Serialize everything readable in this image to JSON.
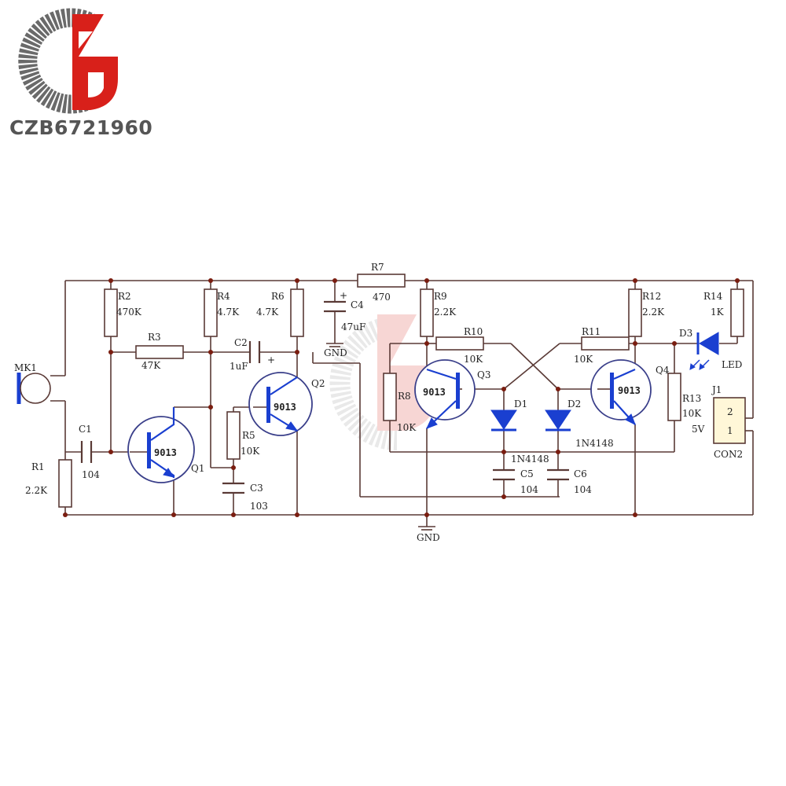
{
  "brand": {
    "name": "CZB6721960"
  },
  "colors": {
    "wire": "#5a3a36",
    "component_blue": "#1a3fd0",
    "logo_red": "#d8201a",
    "logo_gray": "#6a6a6a"
  },
  "labels": {
    "mk1": "MK1",
    "r1": "R1",
    "r1_val": "2.2K",
    "c1": "C1",
    "c1_val": "104",
    "r2": "R2",
    "r2_val": "470K",
    "r3": "R3",
    "r3_val": "47K",
    "q1_part": "9013",
    "q1": "Q1",
    "r4": "R4",
    "r4_val": "4.7K",
    "r5": "R5",
    "r5_val": "10K",
    "c3": "C3",
    "c3_val": "103",
    "c2": "C2",
    "c2_val": "1uF",
    "r6": "R6",
    "r6_val": "4.7K",
    "q2_part": "9013",
    "q2": "Q2",
    "c4": "C4",
    "c4_val": "47uF",
    "gnd_top": "GND",
    "r7": "R7",
    "r7_val": "470",
    "r9": "R9",
    "r9_val": "2.2K",
    "r10": "R10",
    "r10_val": "10K",
    "r8": "R8",
    "r8_val": "10K",
    "q3_part": "9013",
    "q3": "Q3",
    "d1": "D1",
    "d1_val": "1N4148",
    "d2": "D2",
    "d2_val": "1N4148",
    "c5": "C5",
    "c5_val": "104",
    "c6": "C6",
    "c6_val": "104",
    "r11": "R11",
    "r11_val": "10K",
    "r12": "R12",
    "r12_val": "2.2K",
    "q4_part": "9013",
    "q4": "Q4",
    "r13": "R13",
    "r13_val": "10K",
    "r14": "R14",
    "r14_val": "1K",
    "d3": "D3",
    "led": "LED",
    "j1": "J1",
    "j1_pin2": "2",
    "j1_pin1": "1",
    "j1_v": "5V",
    "con2": "CON2",
    "gnd_bottom": "GND",
    "plus_c2": "+",
    "plus_c4": "+"
  }
}
